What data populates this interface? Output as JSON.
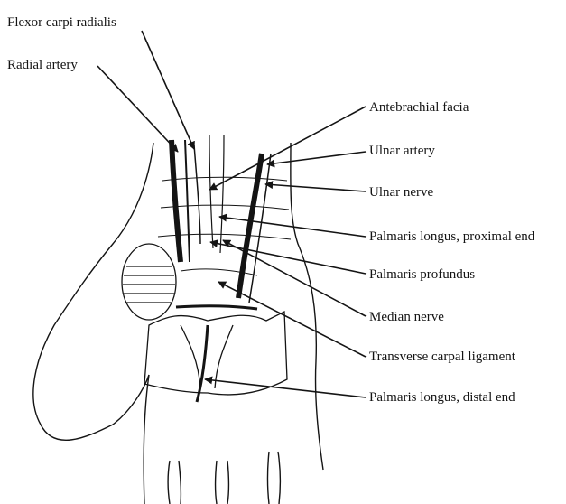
{
  "labels": {
    "flexor_carpi_radialis": "Flexor carpi radialis",
    "radial_artery": "Radial artery",
    "antebrachial_facia": "Antebrachial facia",
    "ulnar_artery": "Ulnar artery",
    "ulnar_nerve": "Ulnar nerve",
    "palmaris_longus_proximal": "Palmaris longus, proximal end",
    "palmaris_profundus": "Palmaris profundus",
    "median_nerve": "Median nerve",
    "transverse_carpal_ligament": "Transverse carpal ligament",
    "palmaris_longus_distal": "Palmaris longus, distal end"
  },
  "colors": {
    "ink": "#141414",
    "background": "#ffffff"
  }
}
